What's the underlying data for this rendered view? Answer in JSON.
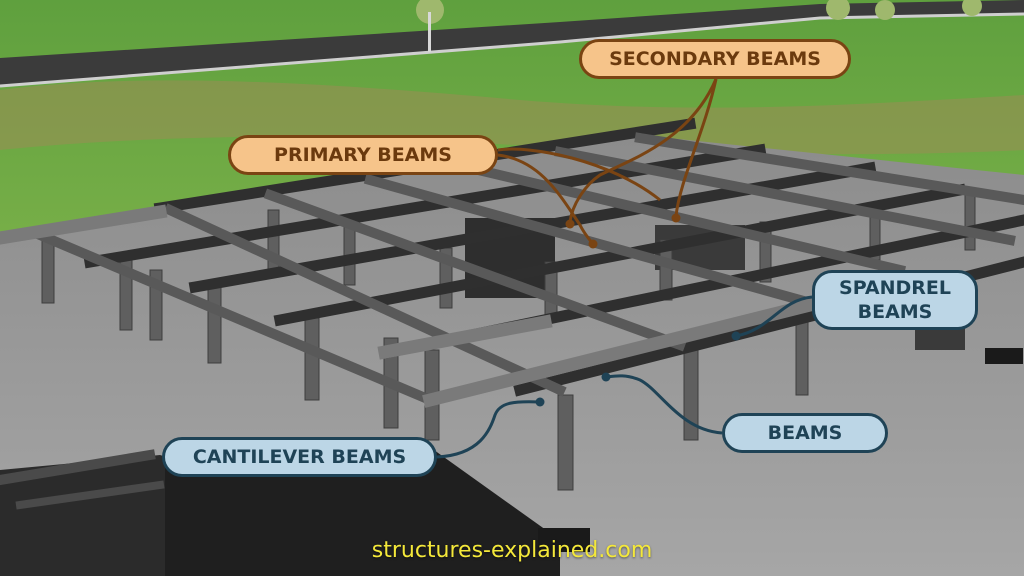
{
  "labels": {
    "secondary": "SECONDARY BEAMS",
    "primary": "PRIMARY BEAMS",
    "spandrel": "SPANDREL BEAMS",
    "beams": "BEAMS",
    "cantilever": "CANTILEVER BEAMS"
  },
  "watermark": "structures-explained.com",
  "colors": {
    "orange_fill": "#f6c48a",
    "orange_stroke": "#7a4413",
    "blue_fill": "#bcd6e6",
    "blue_stroke": "#1f4356",
    "watermark": "#f4e83a"
  }
}
